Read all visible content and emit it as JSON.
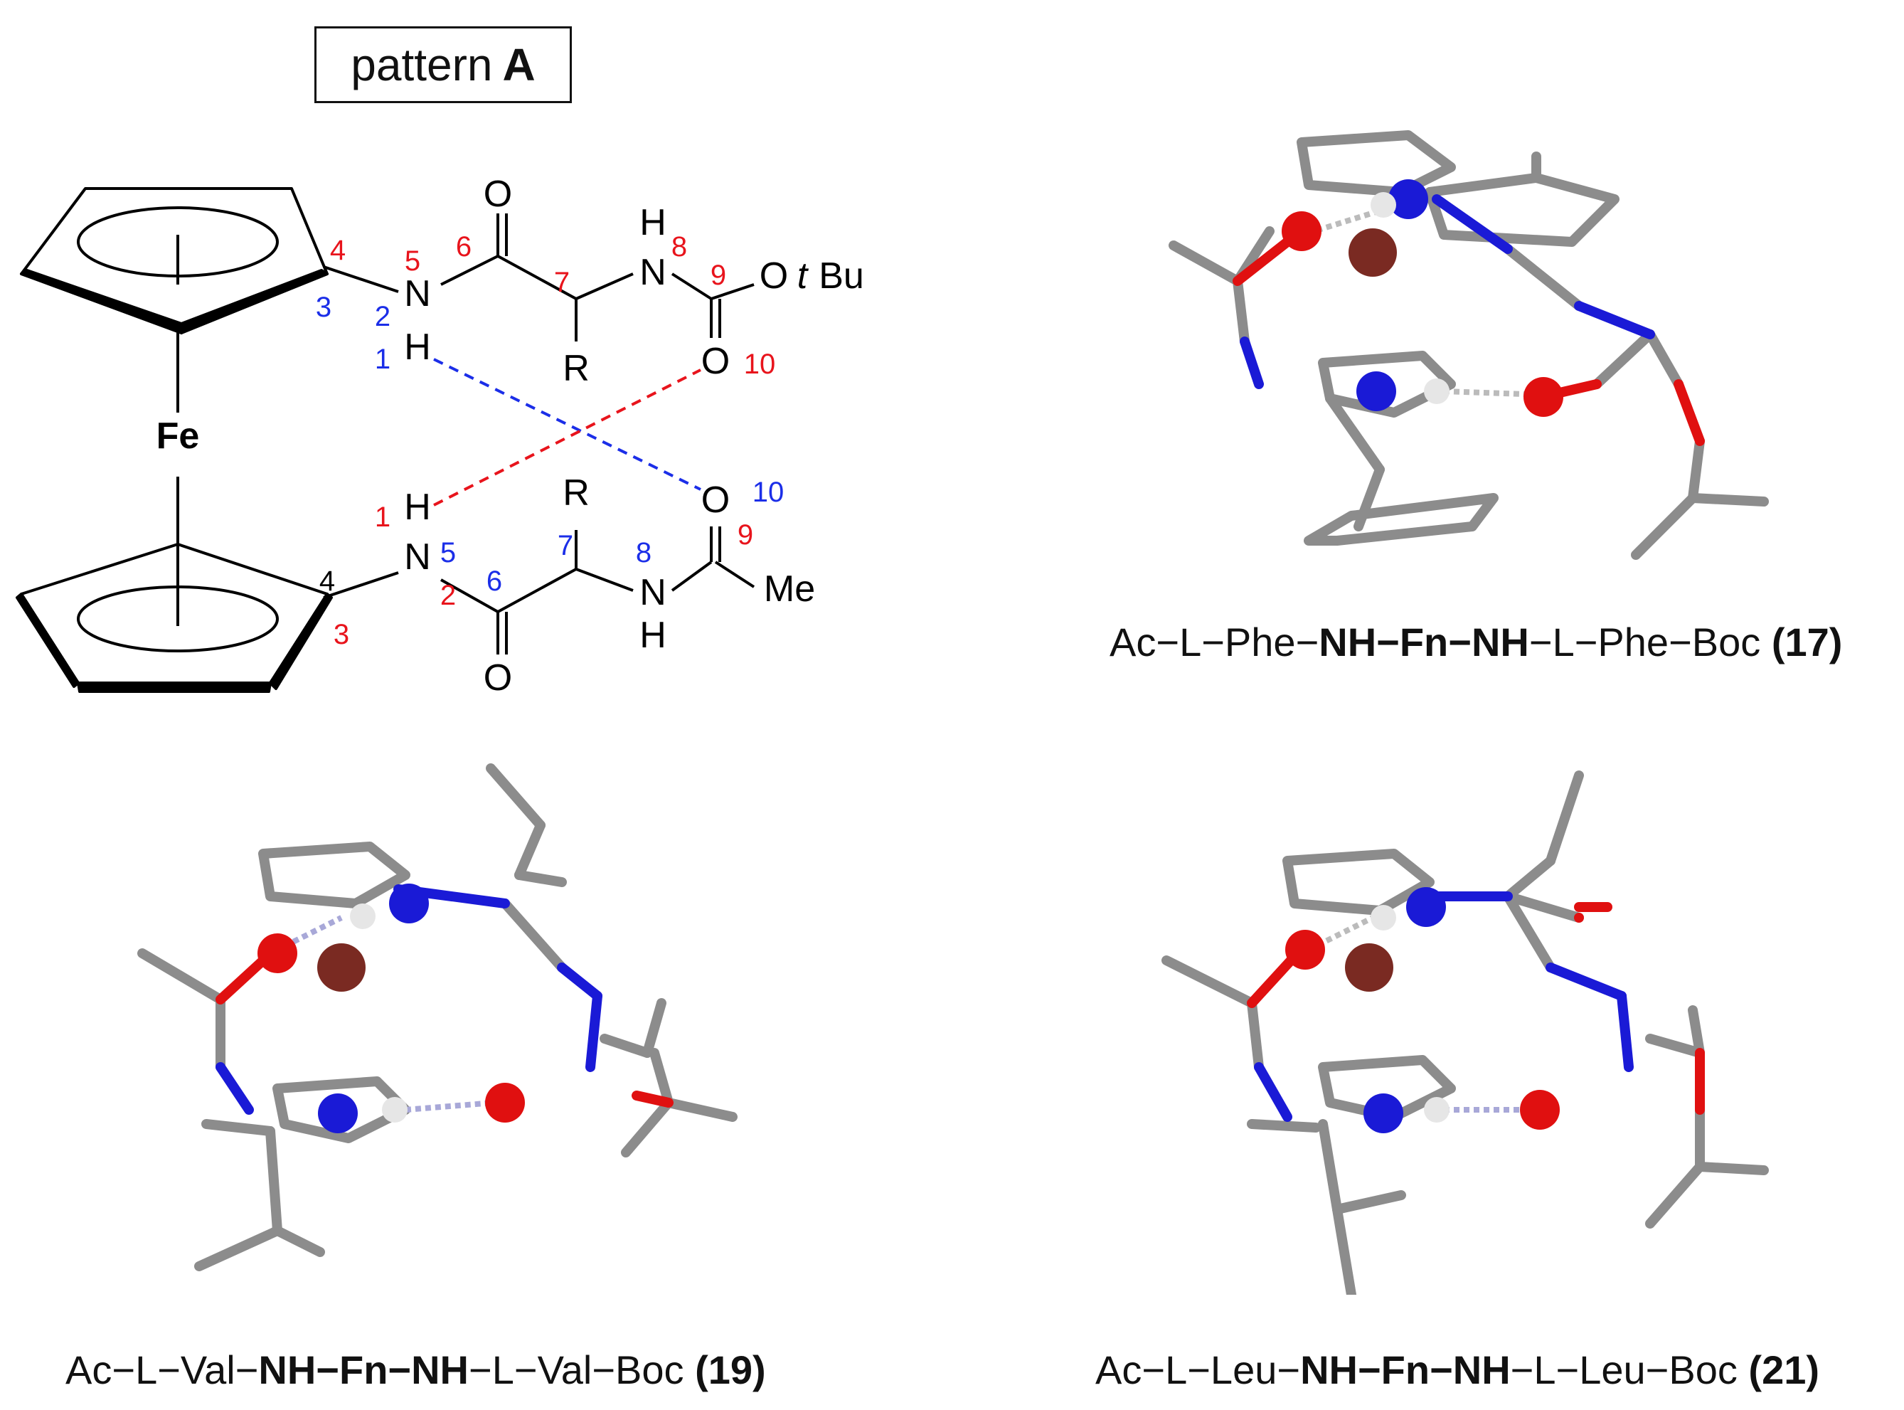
{
  "pattern_box": {
    "prefix": "pattern",
    "letter": "A"
  },
  "scheme": {
    "metal": "Fe",
    "top_H": "H",
    "top_N": "N",
    "top_O6": "O",
    "top_NH8_H": "H",
    "top_NH8_N": "N",
    "top_R": "R",
    "top_O10": "O",
    "top_OtBu_O": "O",
    "top_OtBu_t": "t",
    "top_OtBu_Bu": "Bu",
    "bot_H": "H",
    "bot_N": "N",
    "bot_O6": "O",
    "bot_R": "R",
    "bot_N8": "N",
    "bot_H8": "H",
    "bot_O10": "O",
    "bot_Me": "Me",
    "top_numbers": {
      "n4": "4",
      "n3": "3",
      "n5": "5",
      "n2": "2",
      "n1": "1",
      "n6": "6",
      "n7": "7",
      "n8": "8",
      "n9": "9",
      "n10": "10"
    },
    "bot_numbers": {
      "n1": "1",
      "n5": "5",
      "n2": "2",
      "n4": "4",
      "n3": "3",
      "n6": "6",
      "n7": "7",
      "n8": "8",
      "n9": "9",
      "n10": "10"
    },
    "colors": {
      "red": "#e8141c",
      "blue": "#1b2ee8",
      "bond": "#000000"
    }
  },
  "structures": [
    {
      "id": "17",
      "parts": [
        "Ac−",
        "L",
        "−Phe−",
        "NH−Fn−NH",
        "−",
        "L",
        "−Phe−Boc ",
        "(17)"
      ]
    },
    {
      "id": "19",
      "parts": [
        "Ac−",
        "L",
        "−Val−",
        "NH−Fn−NH",
        "−",
        "L",
        "−Val−Boc ",
        "(19)"
      ]
    },
    {
      "id": "21",
      "parts": [
        "Ac−",
        "L",
        "−Leu−",
        "NH−Fn−NH",
        "−",
        "L",
        "−Leu−Boc ",
        "(21)"
      ]
    }
  ],
  "atom_colors": {
    "carbon": "#8c8c8c",
    "nitrogen": "#1a1ad6",
    "oxygen": "#e01010",
    "hydrogen": "#e6e6e6",
    "iron": "#7a2a22"
  }
}
